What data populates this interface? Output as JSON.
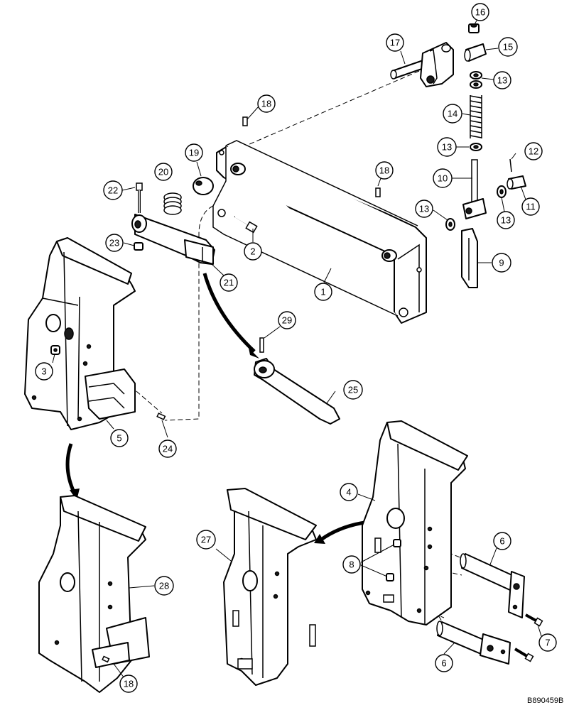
{
  "drawing_code": "B890459B",
  "callouts": [
    {
      "id": "c1",
      "label": "1"
    },
    {
      "id": "c2",
      "label": "2"
    },
    {
      "id": "c3",
      "label": "3"
    },
    {
      "id": "c4",
      "label": "4"
    },
    {
      "id": "c5",
      "label": "5"
    },
    {
      "id": "c6a",
      "label": "6"
    },
    {
      "id": "c6b",
      "label": "6"
    },
    {
      "id": "c7",
      "label": "7"
    },
    {
      "id": "c8",
      "label": "8"
    },
    {
      "id": "c9",
      "label": "9"
    },
    {
      "id": "c10",
      "label": "10"
    },
    {
      "id": "c11",
      "label": "11"
    },
    {
      "id": "c12",
      "label": "12"
    },
    {
      "id": "c13a",
      "label": "13"
    },
    {
      "id": "c13b",
      "label": "13"
    },
    {
      "id": "c13c",
      "label": "13"
    },
    {
      "id": "c13d",
      "label": "13"
    },
    {
      "id": "c14",
      "label": "14"
    },
    {
      "id": "c15",
      "label": "15"
    },
    {
      "id": "c16",
      "label": "16"
    },
    {
      "id": "c17",
      "label": "17"
    },
    {
      "id": "c18a",
      "label": "18"
    },
    {
      "id": "c18b",
      "label": "18"
    },
    {
      "id": "c18c",
      "label": "18"
    },
    {
      "id": "c19",
      "label": "19"
    },
    {
      "id": "c20",
      "label": "20"
    },
    {
      "id": "c21",
      "label": "21"
    },
    {
      "id": "c22",
      "label": "22"
    },
    {
      "id": "c23",
      "label": "23"
    },
    {
      "id": "c24",
      "label": "24"
    },
    {
      "id": "c25",
      "label": "25"
    },
    {
      "id": "c27",
      "label": "27"
    },
    {
      "id": "c28",
      "label": "28"
    },
    {
      "id": "c29",
      "label": "29"
    }
  ]
}
